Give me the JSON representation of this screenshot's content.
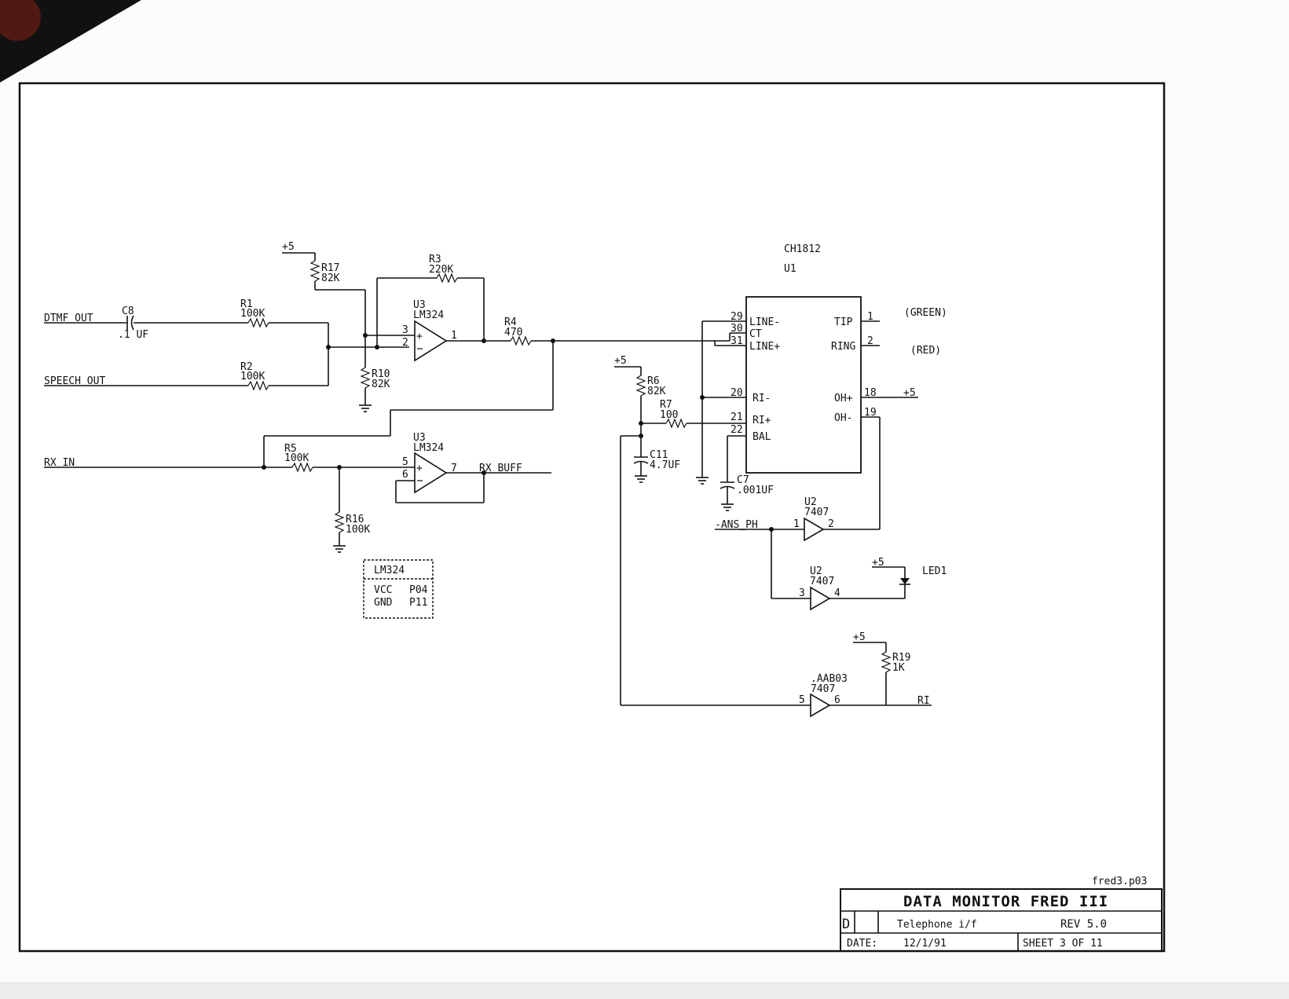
{
  "title_block": {
    "filename": "fred3.p03",
    "project": "DATA MONITOR FRED III",
    "size": "D",
    "description": "Telephone i/f",
    "revision": "REV 5.0",
    "date_label": "DATE:",
    "date": "12/1/91",
    "sheet": "SHEET 3 OF 11"
  },
  "nets": {
    "dtmf_out": "DTMF OUT",
    "speech_out": "SPEECH OUT",
    "rx_in": "RX IN",
    "rx_buff": "RX BUFF",
    "ans_ph": "-ANS_PH",
    "ri": "RI",
    "green": "(GREEN)",
    "red": "(RED)",
    "aab03": ".AAB03"
  },
  "supply": {
    "plus5": "+5"
  },
  "components": {
    "c8": {
      "ref": "C8",
      "value": ".1 UF"
    },
    "r1": {
      "ref": "R1",
      "value": "100K"
    },
    "r2": {
      "ref": "R2",
      "value": "100K"
    },
    "r3": {
      "ref": "R3",
      "value": "220K"
    },
    "r4": {
      "ref": "R4",
      "value": "470"
    },
    "r5": {
      "ref": "R5",
      "value": "100K"
    },
    "r6": {
      "ref": "R6",
      "value": "82K"
    },
    "r7": {
      "ref": "R7",
      "value": "100"
    },
    "r10": {
      "ref": "R10",
      "value": "82K"
    },
    "r16": {
      "ref": "R16",
      "value": "100K"
    },
    "r17": {
      "ref": "R17",
      "value": "82K"
    },
    "r19": {
      "ref": "R19",
      "value": "1K"
    },
    "c7": {
      "ref": "C7",
      "value": ".001UF"
    },
    "c11": {
      "ref": "C11",
      "value": "4.7UF"
    },
    "u3a": {
      "ref": "U3",
      "part": "LM324",
      "pin_plus": "3",
      "pin_minus": "2",
      "pin_out": "1"
    },
    "u3b": {
      "ref": "U3",
      "part": "LM324",
      "pin_plus": "5",
      "pin_minus": "6",
      "pin_out": "7"
    },
    "u2a": {
      "ref": "U2",
      "part": "7407",
      "pin_in": "1",
      "pin_out": "2"
    },
    "u2b": {
      "ref": "U2",
      "part": "7407",
      "pin_in": "3",
      "pin_out": "4"
    },
    "u2c": {
      "part": "7407",
      "pin_in": "5",
      "pin_out": "6"
    },
    "led1": {
      "ref": "LED1"
    },
    "u1": {
      "part": "CH1812",
      "ref": "U1",
      "left_pins": [
        {
          "num": "29",
          "name": "LINE-"
        },
        {
          "num": "30",
          "name": "CT"
        },
        {
          "num": "31",
          "name": "LINE+"
        },
        {
          "num": "20",
          "name": "RI-"
        },
        {
          "num": "21",
          "name": "RI+"
        },
        {
          "num": "22",
          "name": "BAL"
        }
      ],
      "right_pins": [
        {
          "num": "1",
          "name": "TIP"
        },
        {
          "num": "2",
          "name": "RING"
        },
        {
          "num": "18",
          "name": "OH+"
        },
        {
          "num": "19",
          "name": "OH-"
        }
      ]
    }
  },
  "power_box": {
    "part": "LM324",
    "vcc": "VCC",
    "vcc_pin": "P04",
    "gnd": "GND",
    "gnd_pin": "P11"
  },
  "mark": "+"
}
